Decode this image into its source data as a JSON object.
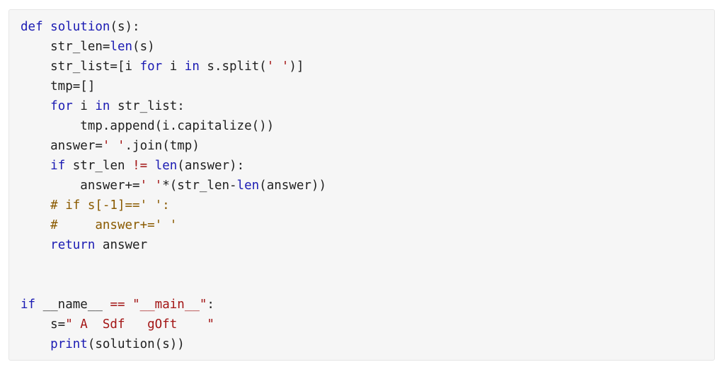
{
  "code_block": {
    "language": "python",
    "lines": [
      [
        {
          "t": "def",
          "c": "kw"
        },
        {
          "t": " "
        },
        {
          "t": "solution",
          "c": "fn"
        },
        {
          "t": "(s):"
        }
      ],
      [
        {
          "t": "    str_len="
        },
        {
          "t": "len",
          "c": "fn"
        },
        {
          "t": "(s)"
        }
      ],
      [
        {
          "t": "    str_list=[i "
        },
        {
          "t": "for",
          "c": "kw"
        },
        {
          "t": " i "
        },
        {
          "t": "in",
          "c": "kw"
        },
        {
          "t": " s.split("
        },
        {
          "t": "' '",
          "c": "str"
        },
        {
          "t": ")]"
        }
      ],
      [
        {
          "t": "    tmp=[]"
        }
      ],
      [
        {
          "t": "    "
        },
        {
          "t": "for",
          "c": "kw"
        },
        {
          "t": " i "
        },
        {
          "t": "in",
          "c": "kw"
        },
        {
          "t": " str_list:"
        }
      ],
      [
        {
          "t": "        tmp.append(i.capitalize())"
        }
      ],
      [
        {
          "t": "    answer="
        },
        {
          "t": "' '",
          "c": "str"
        },
        {
          "t": ".join(tmp)"
        }
      ],
      [
        {
          "t": "    "
        },
        {
          "t": "if",
          "c": "kw"
        },
        {
          "t": " str_len "
        },
        {
          "t": "!=",
          "c": "op"
        },
        {
          "t": " "
        },
        {
          "t": "len",
          "c": "fn"
        },
        {
          "t": "(answer):"
        }
      ],
      [
        {
          "t": "        answer+="
        },
        {
          "t": "' '",
          "c": "str"
        },
        {
          "t": "*(str_len-"
        },
        {
          "t": "len",
          "c": "fn"
        },
        {
          "t": "(answer))"
        }
      ],
      [
        {
          "t": "    # if s[-1]==' ':",
          "c": "cmt"
        }
      ],
      [
        {
          "t": "    #     answer+=' '",
          "c": "cmt"
        }
      ],
      [
        {
          "t": "    "
        },
        {
          "t": "return",
          "c": "kw"
        },
        {
          "t": " answer"
        }
      ],
      [],
      [],
      [
        {
          "t": "if",
          "c": "kw"
        },
        {
          "t": " __name__ "
        },
        {
          "t": "==",
          "c": "op"
        },
        {
          "t": " "
        },
        {
          "t": "\"__main__\"",
          "c": "str"
        },
        {
          "t": ":"
        }
      ],
      [
        {
          "t": "    s="
        },
        {
          "t": "\" A  Sdf   gOft    \"",
          "c": "str"
        }
      ],
      [
        {
          "t": "    "
        },
        {
          "t": "print",
          "c": "fn"
        },
        {
          "t": "(solution(s))"
        }
      ]
    ]
  },
  "colors": {
    "background": "#f6f6f6",
    "border": "#e6e6e6",
    "keyword": "#1b1bb3",
    "string": "#a31515",
    "comment": "#8a5a00",
    "text": "#1f1f1f"
  }
}
